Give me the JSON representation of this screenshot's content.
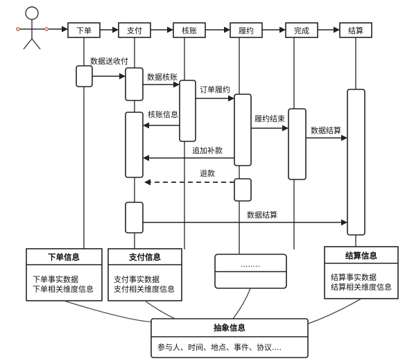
{
  "stages": [
    "下单",
    "支付",
    "核账",
    "履约",
    "完成",
    "结算"
  ],
  "messages": {
    "m1": "数据送收付",
    "m2": "数据核账",
    "m3": "订单履约",
    "m4": "核账信息",
    "m5": "履约结束",
    "m6": "数据结算",
    "m7": "追加补款",
    "m8": "退款",
    "m9": "数据结算"
  },
  "info_boxes": {
    "order": {
      "title": "下单信息",
      "lines": [
        "下单事实数据",
        "下单相关维度信息"
      ]
    },
    "payment": {
      "title": "支付信息",
      "lines": [
        "支付事实数据",
        "支付相关维度信息"
      ]
    },
    "ellipsis": {
      "title": "........"
    },
    "settlement": {
      "title": "结算信息",
      "lines": [
        "结算事实数据",
        "结算相关维度信息"
      ]
    }
  },
  "abstract": {
    "title": "抽象信息",
    "line": "参与人、时间、地点、事件、协议...."
  }
}
